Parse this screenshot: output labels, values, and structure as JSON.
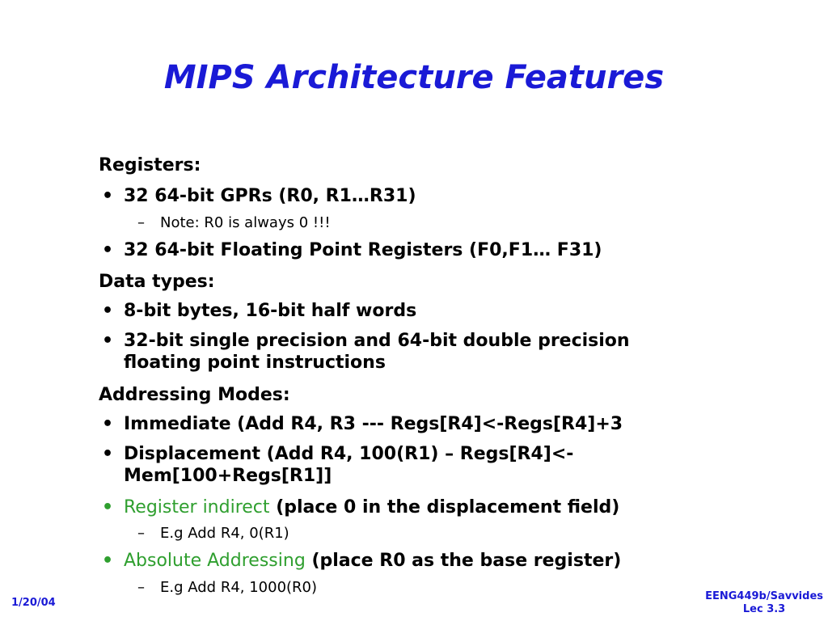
{
  "slide": {
    "title": "MIPS Architecture Features",
    "sections": {
      "registers": {
        "heading": "Registers:",
        "gprs": "32 64-bit GPRs (R0, R1…R31)",
        "gprs_note": "Note: R0 is always 0 !!!",
        "fprs": "32 64-bit Floating Point Registers (F0,F1… F31)"
      },
      "data_types": {
        "heading": "Data types:",
        "bytes": "8-bit bytes, 16-bit half words",
        "fp_line1": "32-bit single precision and 64-bit double precision",
        "fp_line2": "floating point instructions"
      },
      "addressing": {
        "heading": "Addressing Modes:",
        "immediate": "Immediate (Add R4, R3  --- Regs[R4]<-Regs[R4]+3",
        "displacement_line1": "Displacement (Add R4, 100(R1) – Regs[R4]<-",
        "displacement_line2": "Mem[100+Regs[R1]]",
        "reg_indirect_term": "Register indirect",
        "reg_indirect_desc": " (place 0 in the displacement field)",
        "reg_indirect_example": "E.g Add R4, 0(R1)",
        "absolute_term": "Absolute Addressing",
        "absolute_desc": " (place R0 as the base register)",
        "absolute_example": "E.g Add R4, 1000(R0)"
      }
    },
    "bullet_symbol": "•",
    "dash_symbol": "–",
    "footer": {
      "date": "1/20/04",
      "course": "EENG449b/Savvides",
      "lecture": "Lec 3.3"
    },
    "colors": {
      "title": "#1a1ad6",
      "highlight": "#2f9f2f",
      "text": "#000000"
    }
  }
}
